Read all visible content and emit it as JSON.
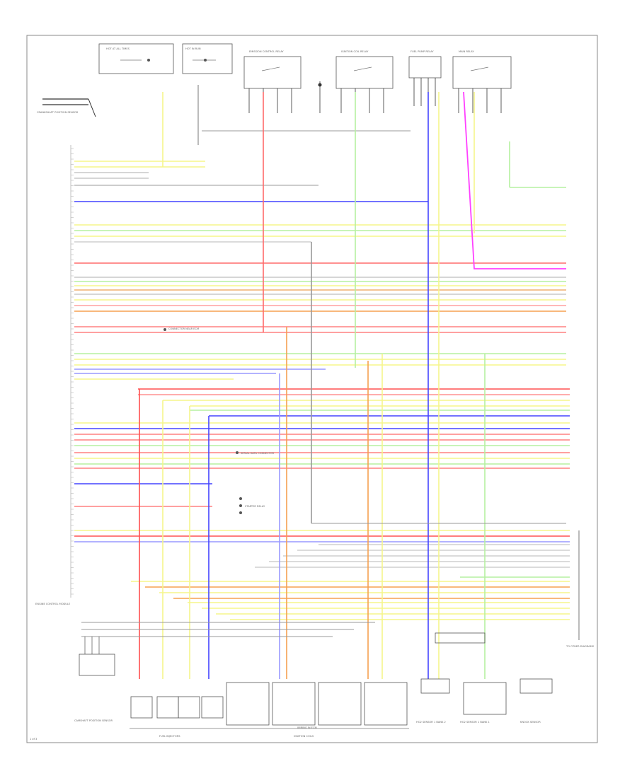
{
  "diagram": {
    "title": "",
    "page_label": "1 of 3",
    "ecm_label": "ENGINE CONTROL MODULE",
    "left_sensor_label": "CRANKSHAFT POSITION SENSOR",
    "bottom_left_sensor_label": "CAMSHAFT POSITION SENSOR",
    "injectors_label": "FUEL INJECTORS",
    "ignition_label": "IGNITION COILS",
    "rear_o2_left_label": "HO2 SENSOR 1 BANK 2",
    "rear_o2_right_label": "HO2 SENSOR 1 BANK 1",
    "knock_label": "KNOCK SENSOR",
    "right_connector_label": "TO OTHER DIAGRAMS",
    "top_relays": [
      "EMISSION CONTROL RELAY",
      "IGNITION COIL RELAY",
      "FUEL PUMP RELAY",
      "MAIN RELAY"
    ],
    "top_left_labels": [
      "HOT AT ALL TIMES",
      "HOT IN RUN"
    ],
    "mid_note": "CONNECTOR NEAR ECM",
    "mid_note2": "SERIAL DATA CONNECTOR",
    "mid_note3": "STARTER RELAY",
    "center_label": "WIRING IN ECM"
  }
}
